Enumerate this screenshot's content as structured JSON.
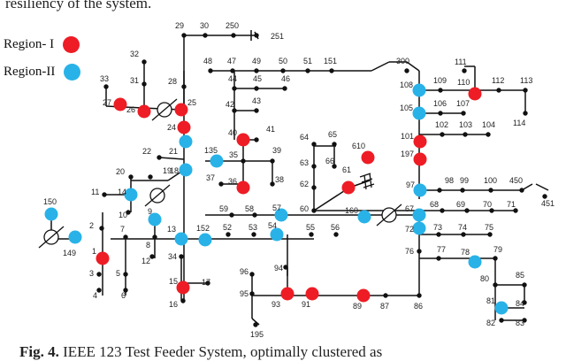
{
  "caption_top": "resiliency of the system.",
  "caption_bottom_bold": "Fig. 4.",
  "caption_bottom_rest": " IEEE 123 Test Feeder System, optimally clustered as",
  "legend": [
    {
      "label": "Region- I",
      "color": "#ee1c25"
    },
    {
      "label": "Region-II",
      "color": "#28b2e8"
    }
  ],
  "colors": {
    "line": "#111111",
    "region1": "#ee1c25",
    "region2": "#28b2e8"
  },
  "labels": [
    "29",
    "30",
    "250",
    "251",
    "48",
    "47",
    "49",
    "50",
    "51",
    "151",
    "300",
    "111",
    "32",
    "31",
    "28",
    "44",
    "45",
    "46",
    "33",
    "27",
    "26",
    "25",
    "42",
    "43",
    "108",
    "109",
    "110",
    "112",
    "113",
    "24",
    "105",
    "106",
    "107",
    "114",
    "40",
    "41",
    "101",
    "102",
    "103",
    "104",
    "21",
    "64",
    "65",
    "197",
    "135",
    "35",
    "39",
    "22",
    "63",
    "66",
    "610",
    "61",
    "20",
    "19",
    "18",
    "37",
    "36",
    "38",
    "62",
    "11",
    "14",
    "97",
    "98",
    "99",
    "100",
    "450",
    "451",
    "10",
    "9",
    "59",
    "58",
    "57",
    "60",
    "68",
    "69",
    "70",
    "71",
    "150",
    "2",
    "160",
    "67",
    "152",
    "52",
    "53",
    "54",
    "55",
    "56",
    "72",
    "73",
    "74",
    "75",
    "149",
    "1",
    "7",
    "8",
    "13",
    "12",
    "34",
    "76",
    "77",
    "78",
    "79",
    "3",
    "5",
    "80",
    "85",
    "96",
    "94",
    "4",
    "6",
    "15",
    "17",
    "95",
    "81",
    "84",
    "93",
    "91",
    "89",
    "87",
    "86",
    "16",
    "82",
    "83",
    "195"
  ],
  "region1_buses": [
    "27",
    "26",
    "25",
    "24",
    "40",
    "36",
    "61",
    "610",
    "101",
    "197",
    "110",
    "1",
    "15",
    "93",
    "91",
    "89"
  ],
  "region2_buses": [
    "21",
    "18",
    "135",
    "150",
    "149",
    "9",
    "13",
    "152",
    "54",
    "57",
    "14",
    "160",
    "67",
    "97",
    "72",
    "108",
    "105",
    "78",
    "81"
  ]
}
